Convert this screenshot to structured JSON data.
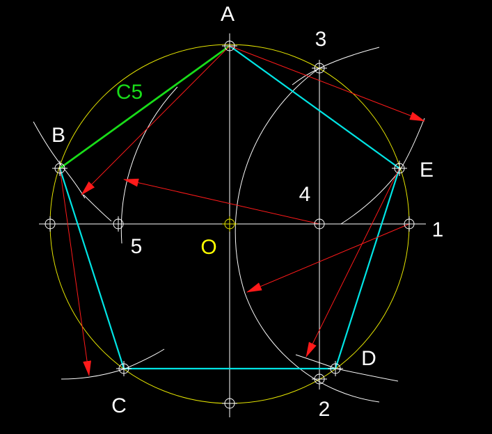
{
  "labels": {
    "A": "A",
    "B": "B",
    "C": "C",
    "D": "D",
    "E": "E",
    "O": "O",
    "n1": "1",
    "n2": "2",
    "n3": "3",
    "n4": "4",
    "n5": "5",
    "side": "C5"
  },
  "colors": {
    "background": "#000000",
    "circle": "#e6e600",
    "construction": "#ffffff",
    "pentagon": "#00e5e5",
    "highlight_side": "#19dd19",
    "arrows": "#ff1a1a",
    "center_label": "#ffff00",
    "side_label": "#19dd19"
  }
}
